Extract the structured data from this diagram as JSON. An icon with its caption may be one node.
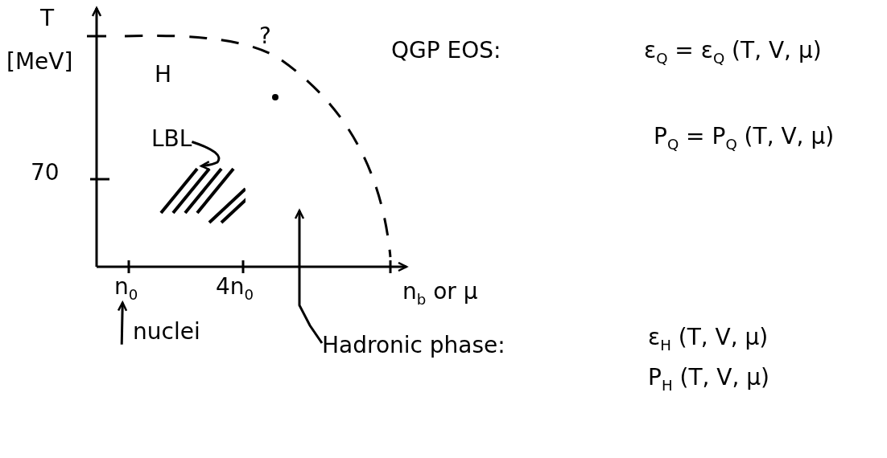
{
  "diagram": {
    "nodes": [
      {
        "text": [
          "LBL"
        ]
      },
      {
        "text": [],
        "shape": "picture"
      },
      {
        "text": [
          "n$_{0}$"
        ]
      },
      {
        "text": [
          "nuclei"
        ]
      },
      {
        "text": [
          "Hadronic phase:",
          "ε$_{H}$ (T, V, μ)",
          "P$_{H}$ (T, V, μ)"
        ]
      }
    ],
    "edges": [
      {
        "from": 0,
        "to": 1,
        "arrow": "to"
      },
      {
        "from": 3,
        "to": 2,
        "arrow": "to"
      },
      {
        "from": 4,
        "to": null,
        "arrow": "to"
      }
    ],
    "labels": [
      "T",
      "[MeV]",
      "?",
      "QGP EOS:",
      "ε$_{Q}$ = ε$_{Q}$ (T, V, μ)",
      "H",
      "P$_{Q}$ = P$_{Q}$ (T, V, μ)",
      "70",
      "4n$_{0}$",
      "n$_{b}$ or μ"
    ]
  }
}
